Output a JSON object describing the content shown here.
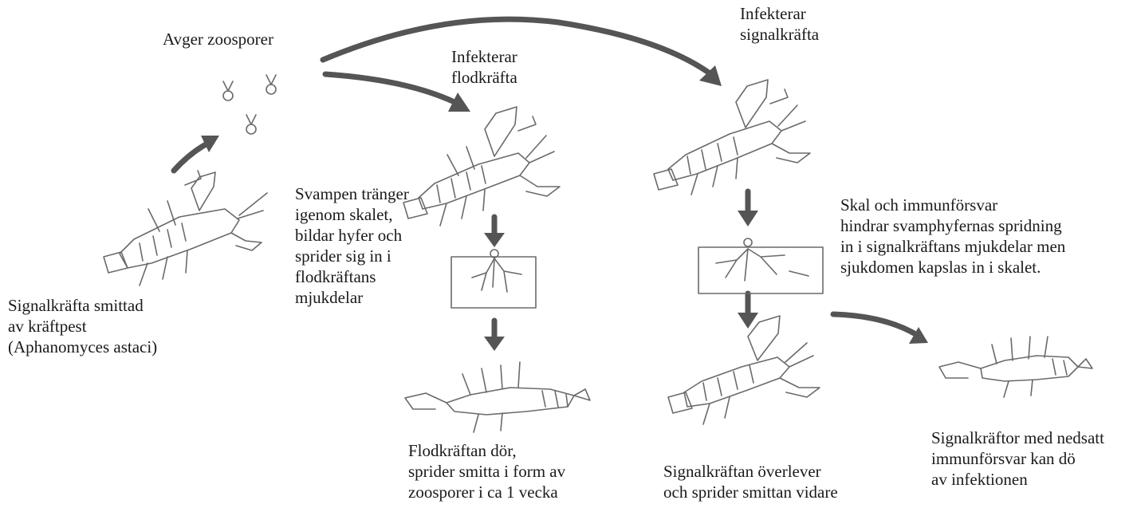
{
  "labels": {
    "avger_zoosporer": "Avger zoosporer",
    "infekterar_flodkrafta": "Infekterar\nflodkräfta",
    "infekterar_signalkrafta": "Infekterar\nsignalkräfta",
    "signalkrafta_smittad": "Signalkräfta smittad\nav kräftpest\n(Aphanomyces astaci)",
    "svampen_tranger": "Svampen tränger\nigenom skalet,\nbildar hyfer och\nsprider sig in i\nflodkräftans\nmjukdelar",
    "flodkraftan_dor": "Flodkräftan dör,\nsprider smitta i form av\nzoosporer i ca 1 vecka",
    "skal_och_immunforsvar": "Skal och immunförsvar\nhindrar svamphyfernas spridning\nin i signalkräftans mjukdelar men\nsjukdomen kapslas in i skalet.",
    "signalkraftan_overlever": "Signalkräftan överlever\noch sprider smittan vidare",
    "signalkraftor_nedsatt": "Signalkräftor med nedsatt\nimmunförsvar kan dö\nav infektionen"
  },
  "colors": {
    "arrow": "#555555",
    "sketch": "#6a6a6a",
    "text": "#1a1a1a"
  }
}
